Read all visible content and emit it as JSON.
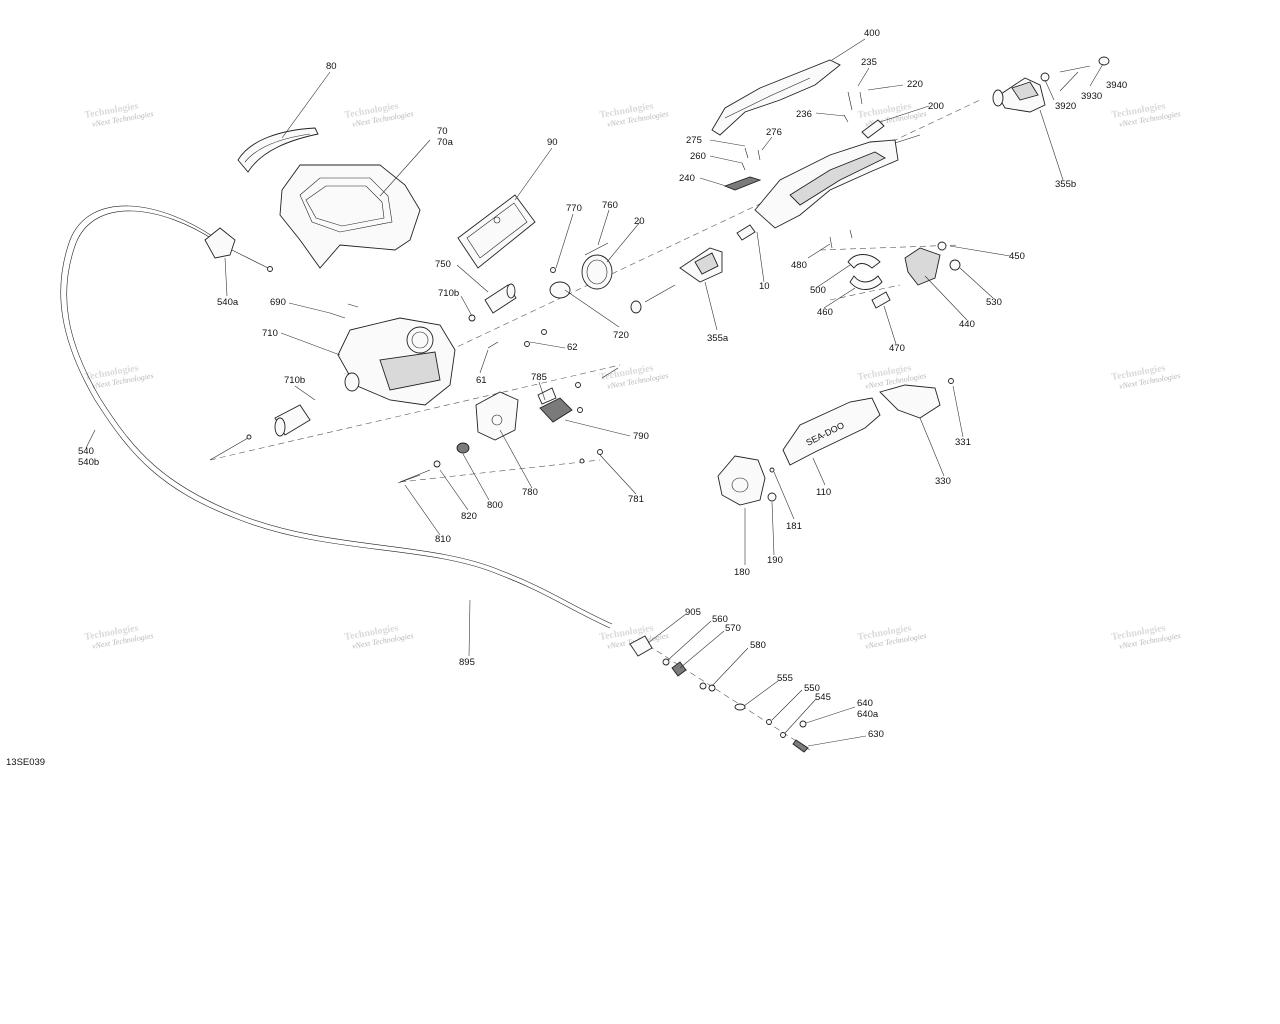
{
  "diagram_id": "13SE039",
  "watermark": "vNext Technologies",
  "callouts": {
    "c80": "80",
    "c70": "70",
    "c70a": "70a",
    "c90": "90",
    "c770": "770",
    "c760": "760",
    "c20": "20",
    "c400": "400",
    "c235": "235",
    "c220": "220",
    "c200": "200",
    "c236": "236",
    "c276": "276",
    "c275": "275",
    "c260": "260",
    "c240": "240",
    "c3940": "3940",
    "c3930": "3930",
    "c3920": "3920",
    "c355b": "355b",
    "c540a": "540a",
    "c750": "750",
    "c710b_top": "710b",
    "c690": "690",
    "c710": "710",
    "c62": "62",
    "c61": "61",
    "c720": "720",
    "c355a": "355a",
    "c10": "10",
    "c480": "480",
    "c500": "500",
    "c460": "460",
    "c450": "450",
    "c530": "530",
    "c440": "440",
    "c470": "470",
    "c710b_bottom": "710b",
    "c785": "785",
    "c790": "790",
    "c540": "540",
    "c540b": "540b",
    "c800": "800",
    "c780": "780",
    "c781": "781",
    "c820": "820",
    "c810": "810",
    "c331": "331",
    "c330": "330",
    "c110": "110",
    "c181": "181",
    "c180": "180",
    "c190": "190",
    "c895": "895",
    "c905": "905",
    "c560": "560",
    "c570": "570",
    "c580": "580",
    "c555": "555",
    "c550": "550",
    "c545": "545",
    "c640": "640",
    "c640a": "640a",
    "c630": "630"
  },
  "brand_mark": "SEA-DOO"
}
